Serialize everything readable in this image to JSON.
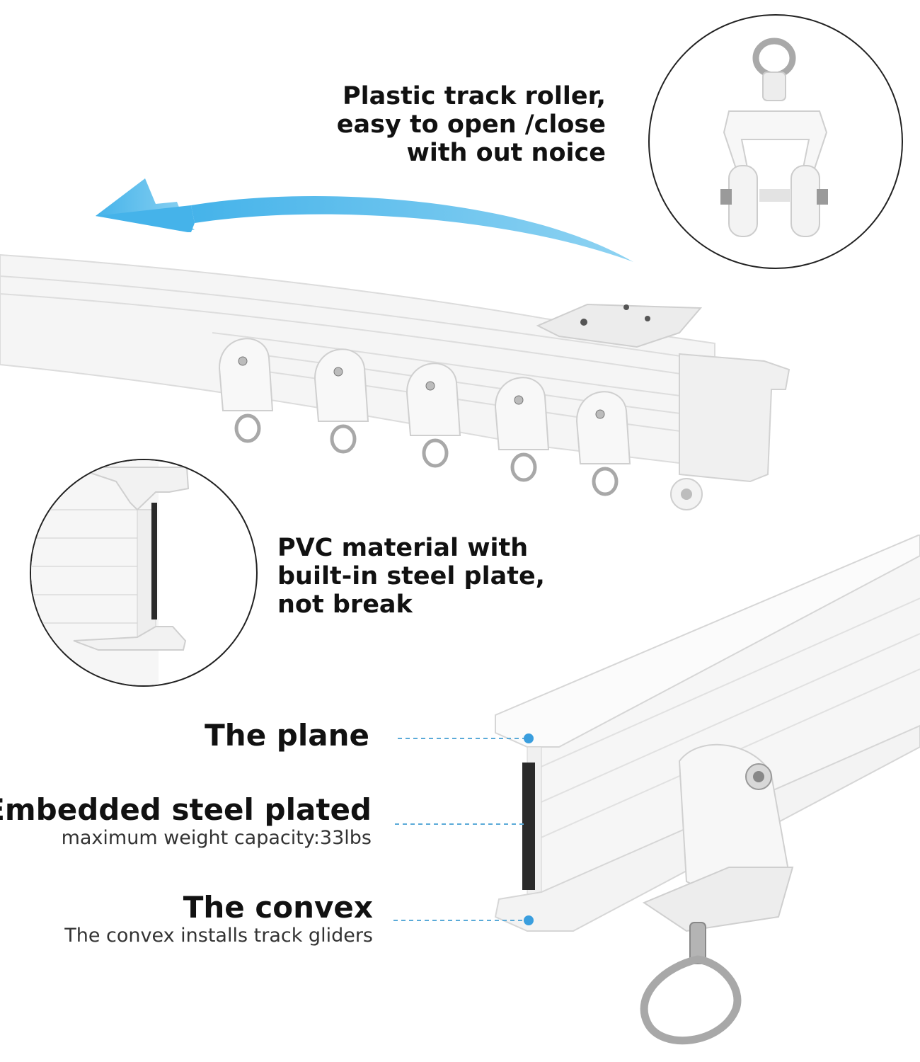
{
  "colors": {
    "arrow": "#4fb8e8",
    "leader_line": "#5aaad8",
    "track": "#f4f4f4",
    "track_shade": "#d9d9d9",
    "steel": "#2a2a2a",
    "ring": "#b0b0b0"
  },
  "captions": {
    "roller": [
      "Plastic track roller,",
      "easy to open /close",
      "with out noice"
    ],
    "material": [
      "PVC material with",
      "built-in steel plate,",
      "not break"
    ]
  },
  "callouts": {
    "plane": {
      "title": "The plane"
    },
    "steel": {
      "title": "Embedded steel plated",
      "subtitle": "maximum weight capacity:33lbs"
    },
    "convex": {
      "title": "The convex",
      "subtitle": "The convex installs track gliders"
    }
  },
  "icons": {
    "arrow": "curved-arrow-left-icon",
    "roller": "track-roller-icon",
    "profile": "track-profile-icon"
  }
}
